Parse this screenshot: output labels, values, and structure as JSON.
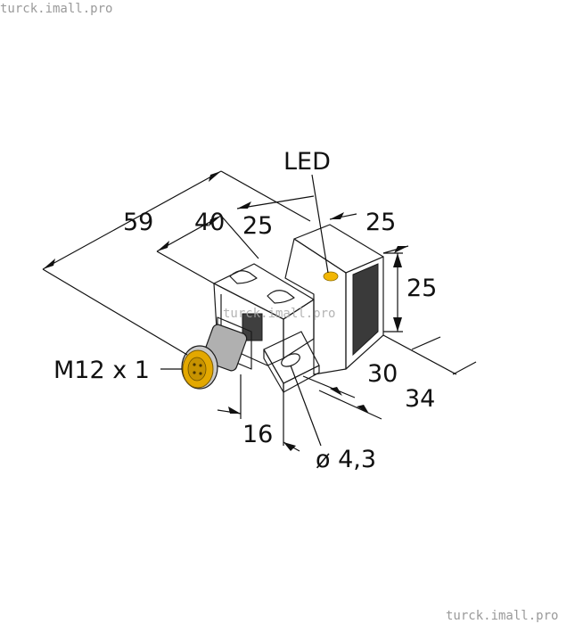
{
  "watermarks": {
    "top_left": "turck.imall.pro",
    "bottom_right": "turck.imall.pro",
    "center": "turck.imall.pro"
  },
  "labels": {
    "led": "LED",
    "total_length": "59",
    "bracket_length": "40",
    "head_length": "25",
    "head_width": "25",
    "head_height": "25",
    "depth_30": "30",
    "depth_34": "34",
    "connector": "M12 x 1",
    "connector_offset": "16",
    "hole_diameter": "ø 4,3"
  },
  "colors": {
    "housing_top": "#6b6b6b",
    "housing_front": "#7a7a7a",
    "housing_side": "#4b4b4b",
    "bracket": "#5e5e5e",
    "led": "#f2b705",
    "connector_gold": "#e3a800",
    "connector_metal": "#b9b9b9"
  }
}
